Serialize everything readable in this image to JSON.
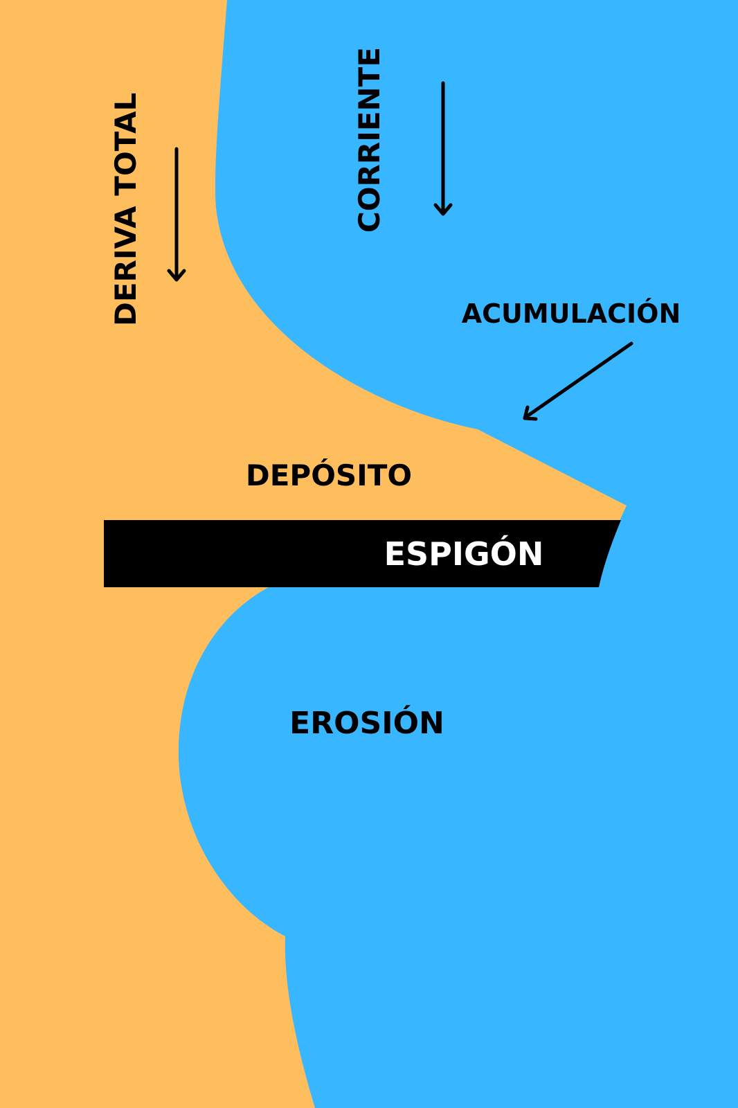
{
  "colors": {
    "sand": "#ffbe5e",
    "water": "#38b6ff",
    "groyne": "#000000",
    "text": "#000000",
    "groyne_text": "#ffffff"
  },
  "labels": {
    "deriva_total": "DERIVA TOTAL",
    "corriente": "CORRIENTE",
    "acumulacion": "ACUMULACIÓN",
    "deposito": "DEPÓSITO",
    "espigon": "ESPIGÓN",
    "erosion": "EROSIÓN"
  }
}
